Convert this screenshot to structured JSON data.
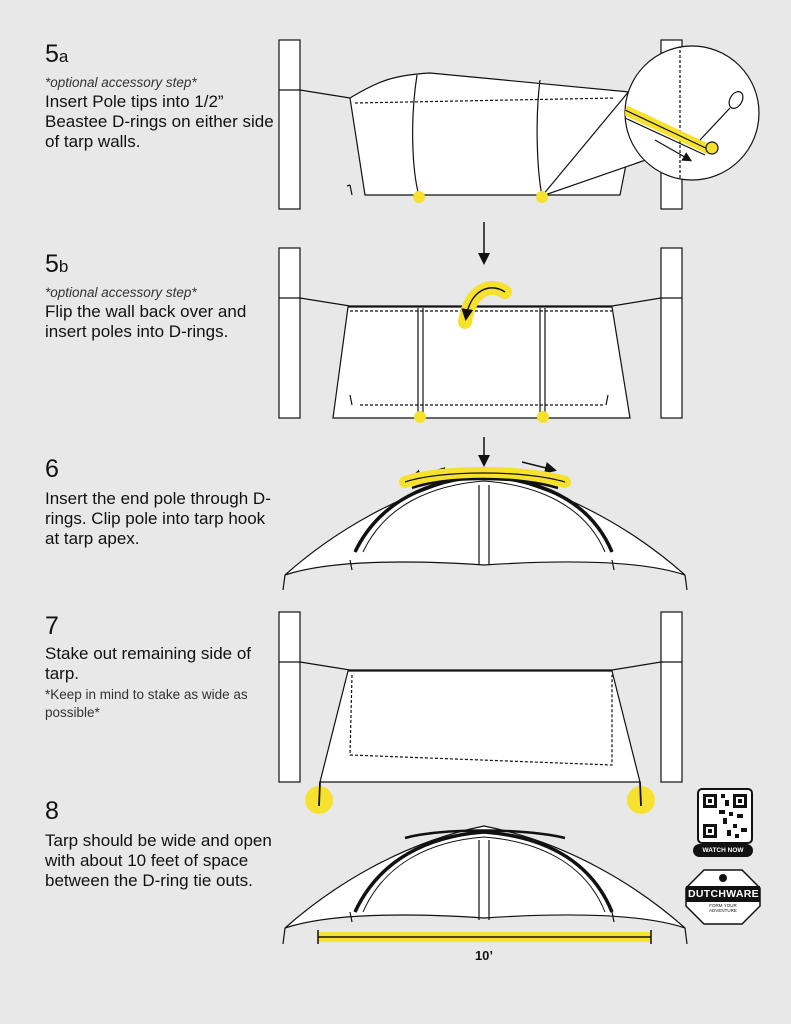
{
  "steps": [
    {
      "number": "5",
      "suffix": "a",
      "note": "*optional accessory step*",
      "text": "Insert Pole tips into 1/2” Beastee D-rings on either side of tarp walls."
    },
    {
      "number": "5",
      "suffix": "b",
      "note": "*optional accessory step*",
      "text": "Flip the wall back over and insert poles into D-rings."
    },
    {
      "number": "6",
      "suffix": "",
      "note": "",
      "text": "Insert the end pole through D-rings. Clip pole into tarp hook at tarp apex."
    },
    {
      "number": "7",
      "suffix": "",
      "note": "",
      "text": "Stake out remaining side of tarp.",
      "subnote": "*Keep in mind to stake as wide as possible*"
    },
    {
      "number": "8",
      "suffix": "",
      "note": "",
      "text": "Tarp should be wide and open with about 10 feet of space between the D-ring tie outs."
    }
  ],
  "dimension_label": "10’",
  "qr": {
    "button": "WATCH NOW"
  },
  "brand": {
    "name": "DUTCHWARE",
    "tagline": "FORM YOUR ADVENTURE"
  },
  "colors": {
    "highlight": "#f5e12e",
    "outline": "#111111",
    "fill": "#ffffff",
    "background": "#e8e8e8"
  }
}
